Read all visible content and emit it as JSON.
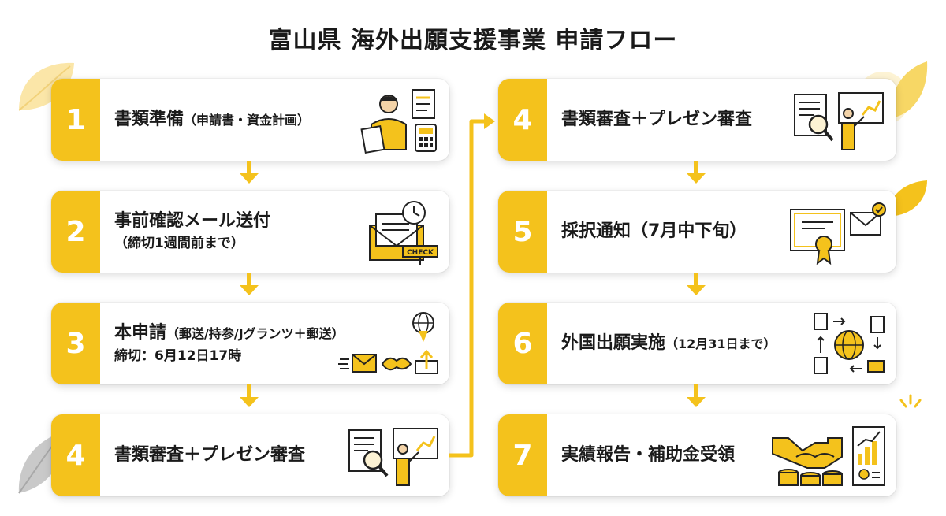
{
  "title": "富山県 海外出願支援事業 申請フロー",
  "colors": {
    "accent": "#f4c21c",
    "text": "#1a1a1a"
  },
  "steps_left": [
    {
      "num": "1",
      "main": "書類準備",
      "sub": "（申請書・資金計画）",
      "line2": "",
      "icon": "document-prep-icon"
    },
    {
      "num": "2",
      "main": "事前確認メール送付",
      "sub": "",
      "line2": "（締切1週間前まで）",
      "icon": "email-check-icon"
    },
    {
      "num": "3",
      "main": "本申請",
      "sub": "（郵送/持参/Jグランツ＋郵送）",
      "line2": "締切：6月12日17時",
      "icon": "submission-icon",
      "icon_badge": "CHECK"
    },
    {
      "num": "4",
      "main": "書類審査＋プレゼン審査",
      "sub": "",
      "line2": "",
      "icon": "review-presentation-icon"
    }
  ],
  "steps_right": [
    {
      "num": "4",
      "main": "書類審査＋プレゼン審査",
      "sub": "",
      "line2": "",
      "icon": "review-presentation-icon"
    },
    {
      "num": "5",
      "main": "採択通知",
      "sub": "（7月中下旬）",
      "line2": "",
      "icon": "certificate-mail-icon"
    },
    {
      "num": "6",
      "main": "外国出願実施",
      "sub": "（12月31日まで）",
      "line2": "",
      "icon": "global-filing-icon"
    },
    {
      "num": "7",
      "main": "実績報告・補助金受領",
      "sub": "",
      "line2": "",
      "icon": "handshake-coins-icon"
    }
  ]
}
